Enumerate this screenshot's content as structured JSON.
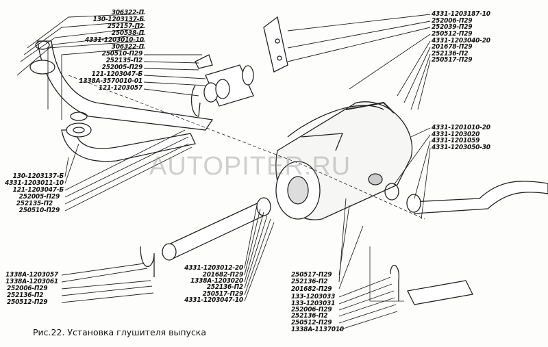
{
  "caption": "Рис.22. Установка глушителя выпуска",
  "watermark": "AUTOPITER.RU",
  "labels": {
    "top_left": [
      "306322-П",
      "130-1203137-Б",
      "252157-П2",
      "250538-П",
      "4331-1203010-10",
      "306322-П",
      "250510-П29",
      "252135-П2",
      "252005-П29",
      "121-1203047-Б",
      "1338А-3570010-01",
      "121-1203057"
    ],
    "top_right": [
      "4331-1203187-10",
      "252006-П29",
      "252039-П29",
      "250512-П29",
      "4331-1203040-20",
      "201678-П29",
      "252136-П2",
      "250517-П29"
    ],
    "right_mid": [
      "4331-1201010-20",
      "4331-1203020",
      "4331-1201059",
      "4331-1203050-30"
    ],
    "left_mid": [
      "130-1203137-Б",
      "4331-1203011-10",
      "121-1203047-Б",
      "252005-П29",
      "252135-П2",
      "250510-П29"
    ],
    "bottom_left": [
      "1338А-1203057",
      "1338А-1203061",
      "252006-П29",
      "252136-П2",
      "250512-П29"
    ],
    "bottom_mid": [
      "4331-1203012-20",
      "201682-П29",
      "1338А-1203020",
      "252136-П2",
      "250517-П29",
      "4331-1203047-10"
    ],
    "bottom_right": [
      "250517-П29",
      "252136-П2",
      "201682-П29",
      "133-1203033",
      "133-1203031",
      "252006-П29",
      "252136-П2",
      "250512-П29",
      "1338А-1137010"
    ]
  }
}
